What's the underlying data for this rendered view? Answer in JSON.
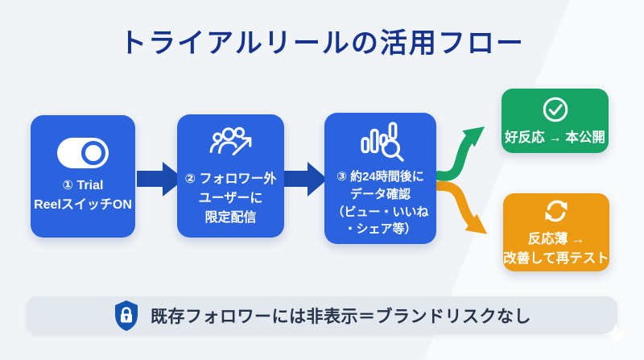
{
  "title": "トライアルリールの活用フロー",
  "flow": {
    "steps": [
      {
        "label": "① Trial\nReelスイッチON",
        "icon": "toggle-on-icon"
      },
      {
        "label": "② フォロワー外\nユーザーに\n限定配信",
        "icon": "followers-external-icon"
      },
      {
        "label": "③ 約24時間後に\nデータ確認\n（ビュー・いいね\n・シェア等）",
        "icon": "chart-magnifier-icon"
      }
    ],
    "outcomes": [
      {
        "label": "好反応 → 本公開",
        "icon": "check-circle-icon",
        "color": "#17A266"
      },
      {
        "label": "反応薄 →\n改善して再テスト",
        "icon": "refresh-icon",
        "color": "#EB9A12"
      }
    ]
  },
  "footer": {
    "label": "既存フォロワーには非表示＝ブランドリスクなし",
    "icon": "shield-lock-icon"
  },
  "colors": {
    "bg": "#F1F4F7",
    "title": "#15338E",
    "step": "#2B63DF",
    "arrow": "#1A4BAD",
    "green": "#17A266",
    "orange": "#EB9A12",
    "bar-bg": "#E3E8EE",
    "bar-text": "#26334A",
    "shield": "#1356B0"
  }
}
